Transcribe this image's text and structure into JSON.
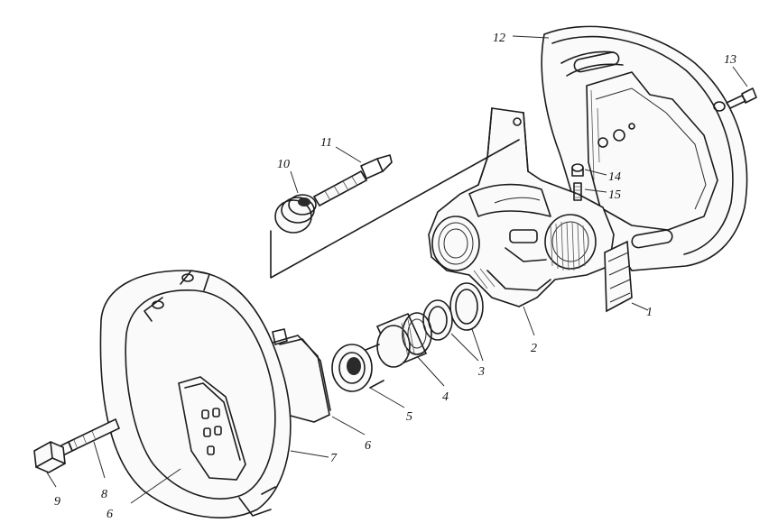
{
  "figure": {
    "callouts": [
      "1",
      "2",
      "3",
      "4",
      "5",
      "6",
      "6",
      "7",
      "8",
      "9",
      "10",
      "11",
      "12",
      "13",
      "14",
      "15"
    ]
  }
}
